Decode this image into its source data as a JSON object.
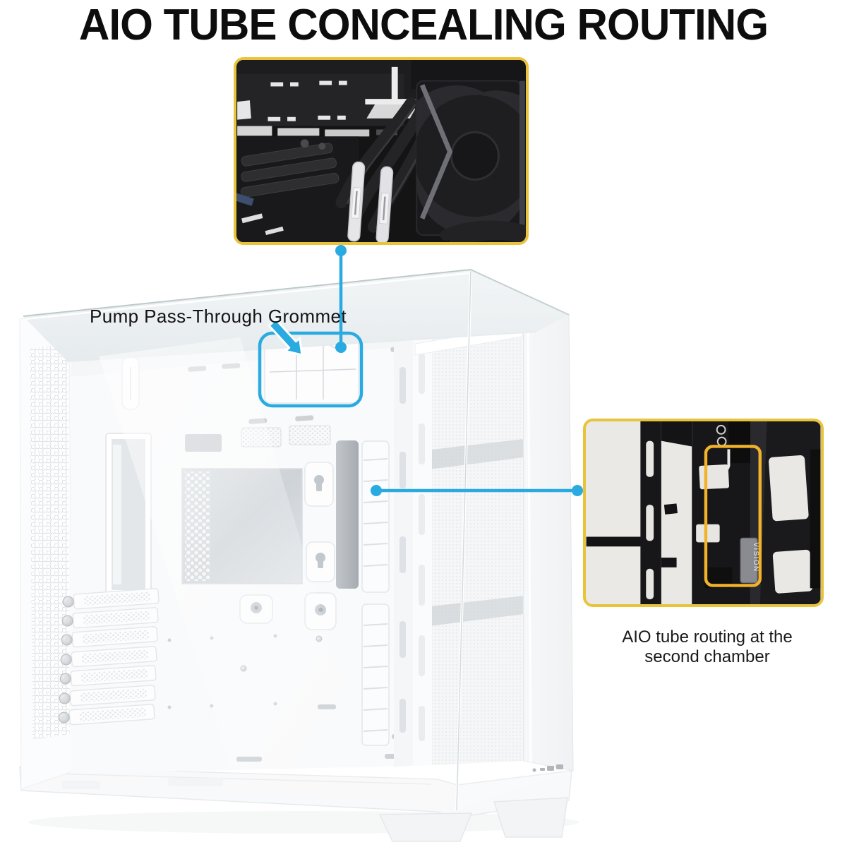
{
  "page": {
    "title": "AIO TUBE CONCEALING ROUTING"
  },
  "callouts": {
    "grommet": {
      "label": "Pump Pass-Through Grommet"
    },
    "aio": {
      "line1": "AIO tube routing at the",
      "line2": "second chamber"
    }
  },
  "insets": {
    "right": {
      "watermark": "VISION"
    }
  },
  "colors": {
    "accent_cyan": "#29ABE2",
    "inset_border_yellow": "#E9C33C",
    "highlight_yellow": "#F2B32A",
    "title_color": "#0D0D0D"
  }
}
